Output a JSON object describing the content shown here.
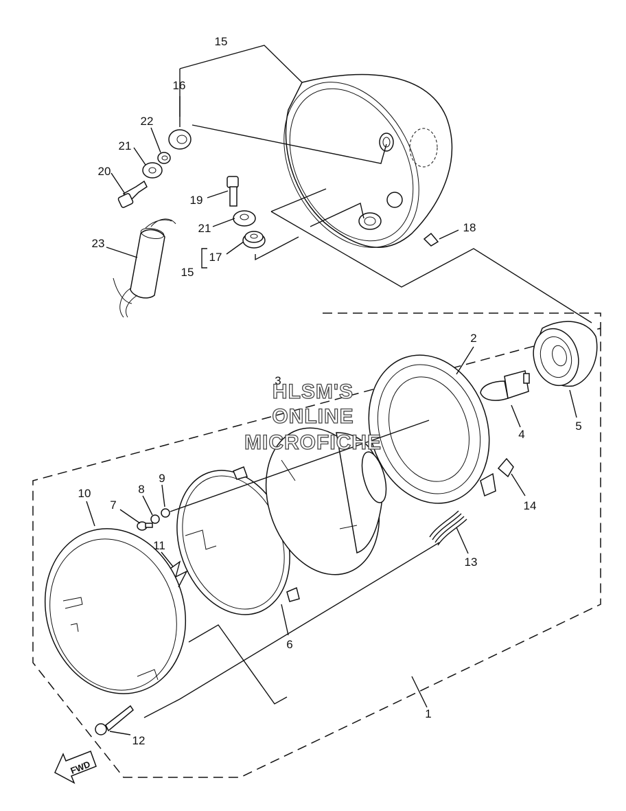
{
  "watermark": {
    "line1": "HLSM'S",
    "line2": "ONLINE",
    "line3": "MICROFICHE"
  },
  "fwd_arrow": {
    "label": "FWD",
    "icon": "fwd-arrow-icon"
  },
  "labels": {
    "p1": "1",
    "p2": "2",
    "p3": "3",
    "p4": "4",
    "p5": "5",
    "p6": "6",
    "p7": "7",
    "p8": "8",
    "p9": "9",
    "p10": "10",
    "p11": "11",
    "p12": "12",
    "p13": "13",
    "p14": "14",
    "p15_top": "15",
    "p15_bottom": "15",
    "p16": "16",
    "p17": "17",
    "p18": "18",
    "p19": "19",
    "p20": "20",
    "p21_left": "21",
    "p21_mid": "21",
    "p22": "22",
    "p23": "23"
  }
}
